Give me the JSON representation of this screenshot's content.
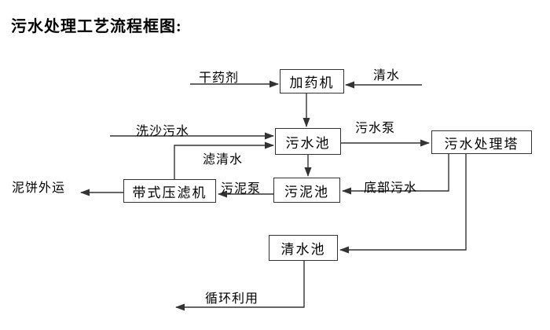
{
  "title": "污水处理工艺流程框图:",
  "diagram": {
    "nodes": {
      "dosing_machine": {
        "label": "加药机"
      },
      "sewage_pool": {
        "label": "污水池"
      },
      "treatment_tower": {
        "label": "污水处理塔"
      },
      "sludge_pool": {
        "label": "污泥池"
      },
      "belt_filter_press": {
        "label": "带式压滤机"
      },
      "clear_water_pool": {
        "label": "清水池"
      }
    },
    "edge_labels": {
      "dry_agent": "干药剂",
      "clear_water_in": "清水",
      "sand_washing_sewage": "洗沙污水",
      "sewage_pump": "污水泵",
      "filtered_water": "滤清水",
      "sludge_pump": "污泥泵",
      "bottom_sewage": "底部污水",
      "mud_cake_out": "泥饼外运",
      "recycle": "循环利用"
    },
    "colors": {
      "line": "#333333",
      "text": "#000000",
      "box_border": "#333333",
      "box_fill": "#ffffff",
      "background": "#ffffff"
    }
  }
}
